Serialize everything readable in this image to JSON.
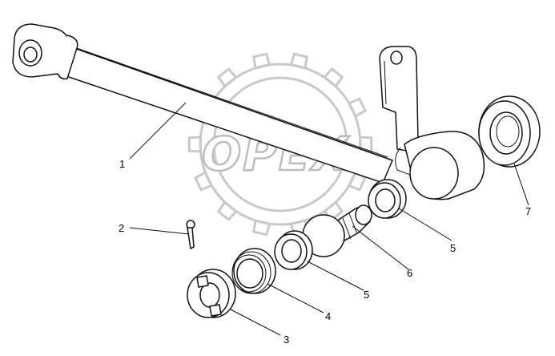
{
  "watermark": {
    "brand_text": "OPEX"
  },
  "callouts": [
    {
      "id": "c1",
      "label": "1"
    },
    {
      "id": "c2",
      "label": "2"
    },
    {
      "id": "c3",
      "label": "3"
    },
    {
      "id": "c4",
      "label": "4"
    },
    {
      "id": "c5a",
      "label": "5"
    },
    {
      "id": "c5b",
      "label": "5"
    },
    {
      "id": "c6",
      "label": "6"
    },
    {
      "id": "c7",
      "label": "7"
    }
  ],
  "colors": {
    "line": "#111111",
    "watermark": "#c9c9c9",
    "background": "#ffffff"
  }
}
